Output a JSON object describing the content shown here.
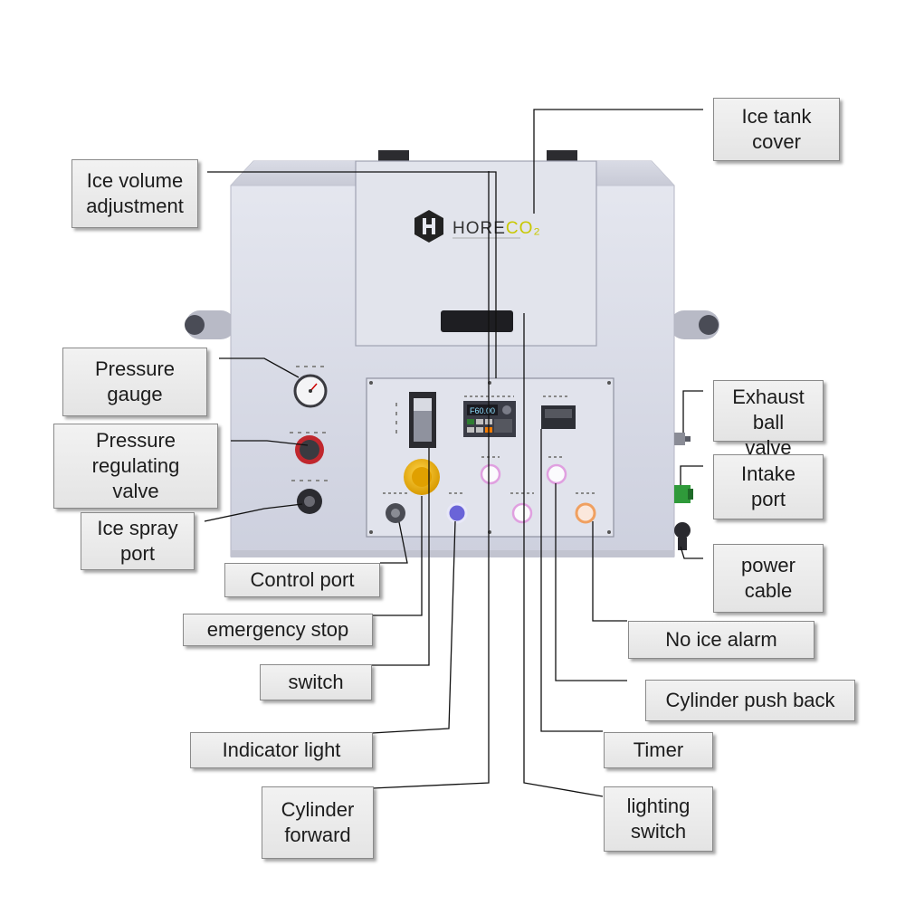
{
  "brand": {
    "logo_text_main": "HORE",
    "logo_text_accent": "CO₂",
    "accent_color": "#c8c800",
    "logo_icon": "hexagon-h-logo-icon"
  },
  "callouts": {
    "ice_tank_cover": "Ice tank\ncover",
    "ice_volume_adjustment": "Ice volume\nadjustment",
    "pressure_gauge": "Pressure\ngauge",
    "pressure_regulating_valve": "Pressure\nregulating\nvalve",
    "ice_spray_port": "Ice spray\nport",
    "control_port": "Control port",
    "emergency_stop": "emergency stop",
    "switch": "switch",
    "indicator_light": "Indicator light",
    "cylinder_forward": "Cylinder\nforward",
    "exhaust_ball_valve": "Exhaust\nball\nvalve",
    "intake_port": "Intake\nport",
    "power_cable": "power\ncable",
    "no_ice_alarm": "No ice alarm",
    "cylinder_push_back": "Cylinder push back",
    "timer": "Timer",
    "lighting_switch": "lighting\nswitch"
  },
  "display": {
    "readout": "F60.00"
  },
  "colors": {
    "machine_body": "#d6d8e4",
    "machine_panel": "#e3e5ee",
    "emergency_stop": "#e2a800",
    "regulator_ring": "#c0272d",
    "intake_port": "#2f9a3a",
    "indicator_blue": "#6a64d8",
    "button_pink": "#e0a0e0",
    "button_orange": "#f0a060"
  }
}
